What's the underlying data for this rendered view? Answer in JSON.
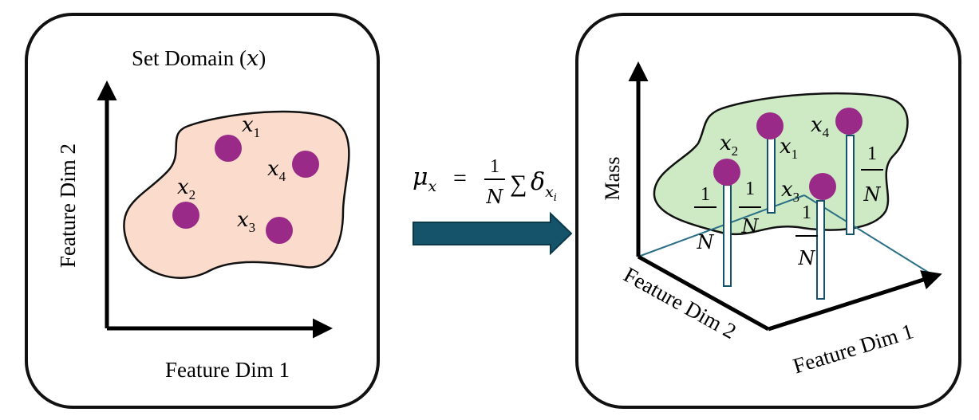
{
  "left_panel": {
    "title": "Set Domain (",
    "title_var": "x",
    "title_close": ")",
    "x_axis_label": "Feature Dim 1",
    "y_axis_label": "Feature Dim 2",
    "points": [
      {
        "base": "x",
        "sub": "1"
      },
      {
        "base": "x",
        "sub": "2"
      },
      {
        "base": "x",
        "sub": "3"
      },
      {
        "base": "x",
        "sub": "4"
      }
    ]
  },
  "transform": {
    "mu": "μ",
    "mu_sub": "x",
    "equals": "=",
    "frac_num": "1",
    "frac_den": "N",
    "sum": "∑",
    "delta": "δ",
    "delta_sub": "x",
    "delta_subsub": "i"
  },
  "right_panel": {
    "vertical_axis_label": "Mass",
    "axis_label_dim1": "Feature Dim 1",
    "axis_label_dim2": "Feature Dim 2",
    "points": [
      {
        "base": "x",
        "sub": "1"
      },
      {
        "base": "x",
        "sub": "2"
      },
      {
        "base": "x",
        "sub": "3"
      },
      {
        "base": "x",
        "sub": "4"
      }
    ],
    "mass_num": "1",
    "mass_den": "N"
  },
  "colors": {
    "panel_border": "#111111",
    "left_blob_fill": "#fbdccc",
    "right_blob_fill": "#cdeac4",
    "point_fill": "#9a2a87",
    "arrow_fill": "#15536a",
    "arrow_stroke": "#0b3a4b",
    "projection_line": "#2a6f86"
  }
}
